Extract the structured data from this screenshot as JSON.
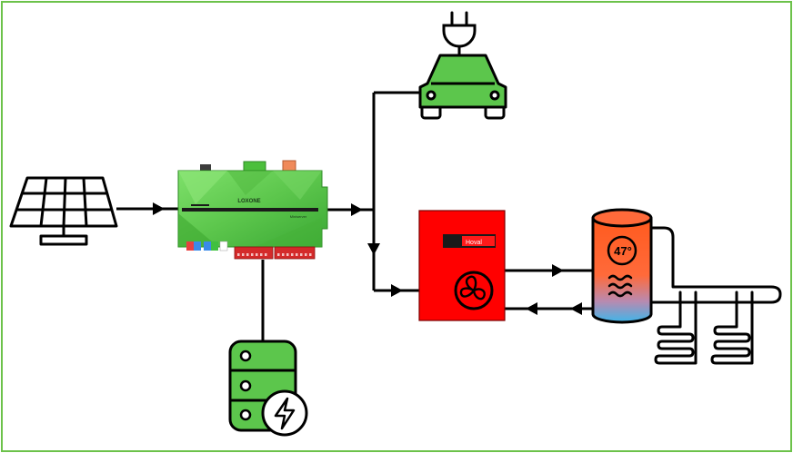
{
  "diagram": {
    "colors": {
      "frame": "#6cc24a",
      "line": "#000000",
      "green_fill": "#5cc64c",
      "heat_pump": "#ff0000",
      "tank_hot": "#ff5a1e",
      "tank_cold": "#46b4e6"
    },
    "miniserver": {
      "brand": "LOXONE",
      "model": "Miniserver"
    },
    "heat_pump": {
      "brand": "Hoval",
      "icon": "fan-icon"
    },
    "tank": {
      "temperature": "47°",
      "icon": "heat-waves-icon"
    },
    "components": [
      {
        "id": "solar-panel",
        "icon": "solar-panel-icon"
      },
      {
        "id": "ev-car",
        "icon": "car-icon"
      },
      {
        "id": "plug",
        "icon": "plug-icon"
      },
      {
        "id": "battery",
        "icon": "battery-storage-icon"
      },
      {
        "id": "floor-heating",
        "icon": "floor-heating-coil-icon"
      }
    ]
  }
}
